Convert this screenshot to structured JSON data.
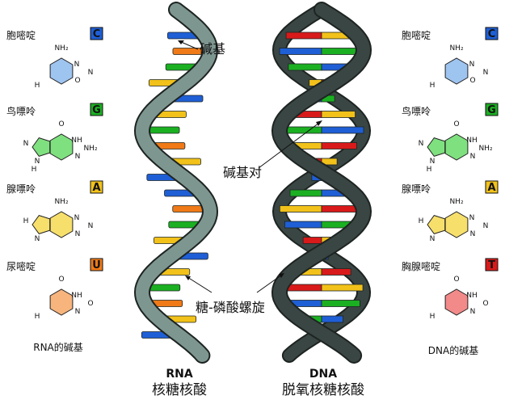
{
  "labels": {
    "base": "碱基",
    "base_pair": "碱基对",
    "backbone": "糖-磷酸螺旋",
    "rna_title": "RNA",
    "rna_subtitle": "核糖核酸",
    "dna_title": "DNA",
    "dna_subtitle": "脱氧核糖核酸",
    "rna_bases_caption": "RNA的碱基",
    "dna_bases_caption": "DNA的碱基"
  },
  "rna_bases": [
    {
      "name": "胞嘧啶",
      "letter": "C",
      "color": "#1f5fd6",
      "ring": "#9ec4f0",
      "atoms": [
        "NH₂",
        "N",
        "O",
        "N",
        "H"
      ]
    },
    {
      "name": "鸟嘌呤",
      "letter": "G",
      "color": "#1bb022",
      "ring": "#7fe07f",
      "atoms": [
        "O",
        "NH",
        "N",
        "NH₂",
        "N",
        "N",
        "H"
      ]
    },
    {
      "name": "腺嘌呤",
      "letter": "A",
      "color": "#f2c21a",
      "ring": "#f7df6c",
      "atoms": [
        "NH₂",
        "N",
        "N",
        "N",
        "N",
        "H"
      ]
    },
    {
      "name": "尿嘧啶",
      "letter": "U",
      "color": "#f07a17",
      "ring": "#f7b47c",
      "atoms": [
        "O",
        "NH",
        "N",
        "O",
        "H"
      ]
    }
  ],
  "dna_bases": [
    {
      "name": "胞嘧啶",
      "letter": "C",
      "color": "#1f5fd6",
      "ring": "#9ec4f0",
      "atoms": [
        "NH₂",
        "N",
        "O",
        "N",
        "H"
      ]
    },
    {
      "name": "鸟嘌呤",
      "letter": "G",
      "color": "#1bb022",
      "ring": "#7fe07f",
      "atoms": [
        "O",
        "NH",
        "N",
        "NH₂",
        "N",
        "N",
        "H"
      ]
    },
    {
      "name": "腺嘌呤",
      "letter": "A",
      "color": "#f2c21a",
      "ring": "#f7df6c",
      "atoms": [
        "NH₂",
        "N",
        "N",
        "N",
        "N",
        "H"
      ]
    },
    {
      "name": "胸腺嘧啶",
      "letter": "T",
      "color": "#d91a1a",
      "ring": "#f28a8a",
      "atoms": [
        "O",
        "NH",
        "N",
        "O",
        "H"
      ]
    }
  ],
  "colors": {
    "rna_backbone": "#7e9690",
    "dna_backbone": "#3a4643",
    "outline": "#1d2422"
  }
}
